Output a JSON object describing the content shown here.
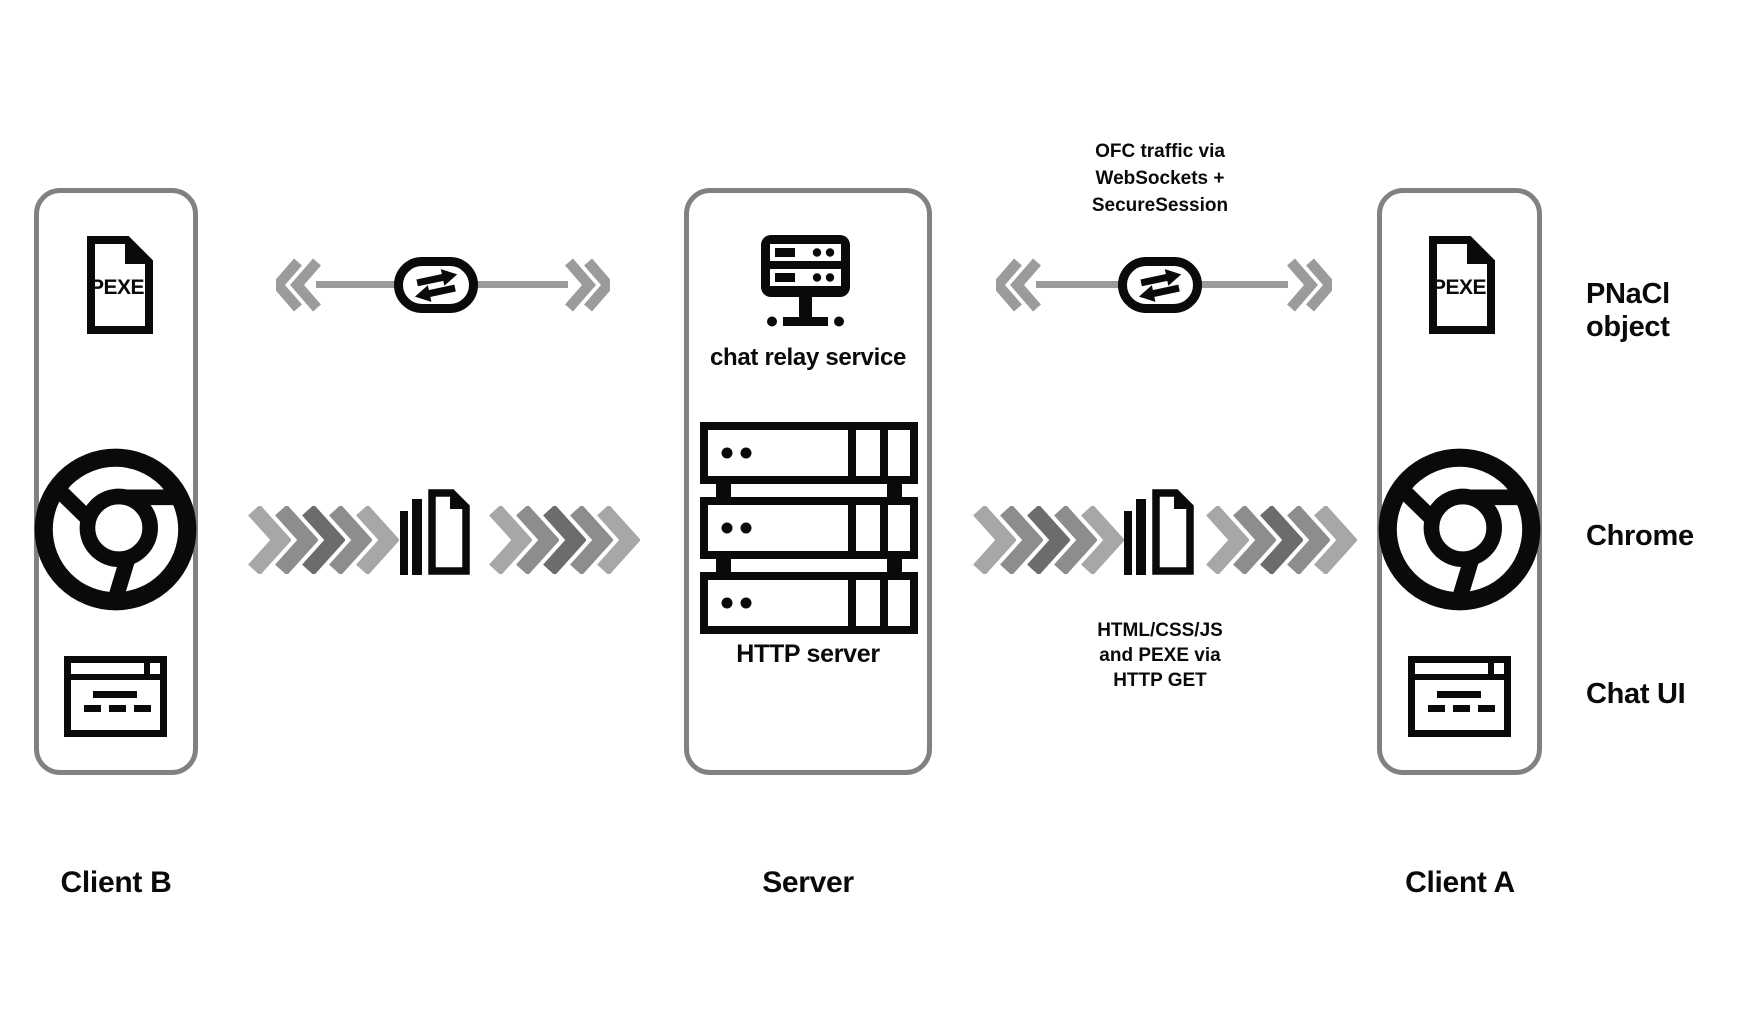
{
  "colors": {
    "ink": "#0a0a0a",
    "box_border": "#818181",
    "arrow_gray": "#9b9b9b",
    "chevron_light": "#a7a7a7",
    "chevron_medium": "#8d8d8d",
    "chevron_dark": "#6c6c6c"
  },
  "nodes": {
    "client_b": {
      "label": "Client B",
      "pexe_label": "PEXE"
    },
    "server": {
      "label": "Server",
      "relay_label": "chat relay service",
      "http_label": "HTTP server"
    },
    "client_a": {
      "label": "Client A",
      "pexe_label": "PEXE"
    }
  },
  "annotations": {
    "websocket_note": {
      "line1": "OFC traffic via",
      "line2": "WebSockets +",
      "line3": "SecureSession"
    },
    "http_note": {
      "line1": "HTML/CSS/JS",
      "line2": "and PEXE via",
      "line3": "HTTP GET"
    }
  },
  "legend": {
    "pnacl": "PNaCl object",
    "chrome": "Chrome",
    "chat_ui": "Chat UI"
  }
}
